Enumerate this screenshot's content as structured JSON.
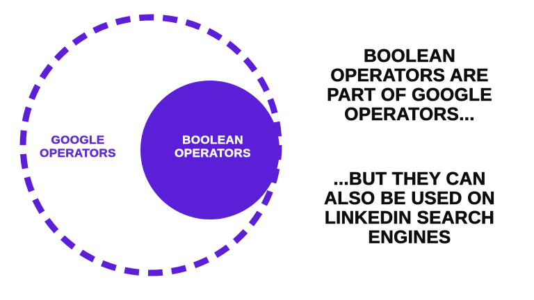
{
  "colors": {
    "purple": "#5a1fd6",
    "label_purple": "#5e2bd0",
    "text_black": "#0d0d0d",
    "background": "#ffffff"
  },
  "diagram": {
    "type": "venn-subset",
    "outer_set": {
      "label": "GOOGLE\nOPERATORS",
      "style": "dashed-outline"
    },
    "inner_set": {
      "label": "BOOLEAN\nOPERATORS",
      "style": "solid-fill"
    },
    "relationship": "inner set is a subset of outer set"
  },
  "annotations": {
    "top": "BOOLEAN\nOPERATORS ARE\nPART OF GOOGLE\nOPERATORS...",
    "bottom": "...BUT THEY CAN\nALSO BE USED ON\nLINKEDIN SEARCH\nENGINES"
  }
}
